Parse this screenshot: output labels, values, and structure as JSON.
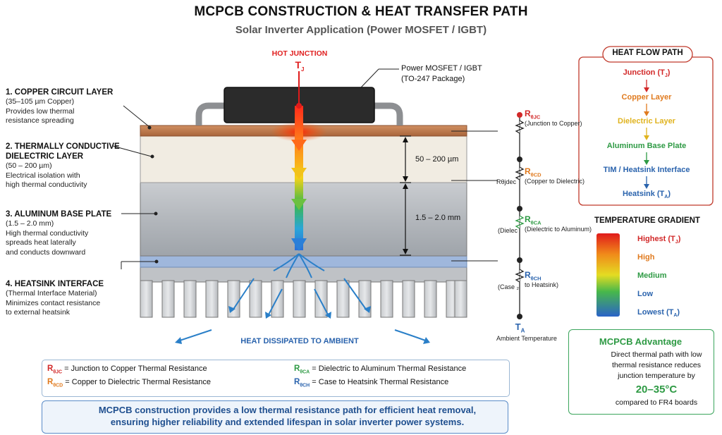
{
  "title": "MCPCB CONSTRUCTION & HEAT TRANSFER PATH",
  "subtitle": "Solar Inverter Application (Power MOSFET / IGBT)",
  "hot_junction": {
    "label": "HOT JUNCTION",
    "symbol": "T",
    "sub": "J"
  },
  "package": {
    "line1": "Power MOSFET / IGBT",
    "line2": "(TO-247 Package)"
  },
  "layers": [
    {
      "head1": "1. COPPER CIRCUIT LAYER",
      "head2": "",
      "lines": [
        "(35–105 µm Copper)",
        "Provides low thermal",
        "resistance spreading"
      ]
    },
    {
      "head1": "2. THERMALLY CONDUCTIVE",
      "head2": "DIELECTRIC LAYER",
      "lines": [
        "(50 – 200 µm)",
        "Electrical isolation with",
        "high thermal conductivity"
      ]
    },
    {
      "head1": "3. ALUMINUM BASE PLATE",
      "head2": "",
      "lines": [
        "(1.5 – 2.0 mm)",
        "High thermal conductivity",
        "spreads heat laterally",
        "and conducts downward"
      ]
    },
    {
      "head1": "4. HEATSINK INTERFACE",
      "head2": "",
      "lines": [
        "(Thermal Interface Material)",
        "Minimizes contact resistance",
        "to external heatsink"
      ]
    }
  ],
  "dimensions": {
    "dielectric": "50 – 200 µm",
    "aluminum": "1.5 – 2.0 mm"
  },
  "heat_dissipated": "HEAT DISSIPATED TO AMBIENT",
  "resistors": [
    {
      "sym": "R",
      "sub": "θJC",
      "desc": "(Junction to Copper)",
      "left": "",
      "color": "#d22828"
    },
    {
      "sym": "R",
      "sub": "θCD",
      "desc": "(Copper to Dielectric)",
      "left": "Rθjdec",
      "color": "#e07a1e"
    },
    {
      "sym": "R",
      "sub": "θCA",
      "desc": "(Dielectric to Aluminum)",
      "left": "(Dielec",
      "color": "#2e9a44"
    },
    {
      "sym": "R",
      "sub": "θCH",
      "desc": "to Heatsink)",
      "left": "(Case ₂",
      "color": "#2a63ad"
    }
  ],
  "ambient": {
    "symbol": "T",
    "sub": "A",
    "label": "Ambient Temperature"
  },
  "heat_flow": {
    "title": "HEAT FLOW PATH",
    "items": [
      {
        "text": "Junction (T",
        "sub": "J",
        "tail": ")",
        "color": "#d22828"
      },
      {
        "text": "Copper Layer",
        "sub": "",
        "tail": "",
        "color": "#e07a1e"
      },
      {
        "text": "Dielectric Layer",
        "sub": "",
        "tail": "",
        "color": "#e0b31e"
      },
      {
        "text": "Aluminum Base Plate",
        "sub": "",
        "tail": "",
        "color": "#2e9a44"
      },
      {
        "text": "TIM / Heatsink Interface",
        "sub": "",
        "tail": "",
        "color": "#2a63ad"
      },
      {
        "text": "Heatsink (T",
        "sub": "A",
        "tail": ")",
        "color": "#2a63ad"
      }
    ]
  },
  "gradient": {
    "title": "TEMPERATURE GRADIENT",
    "labels": [
      {
        "text": "Highest (T",
        "sub": "J",
        "tail": ")",
        "color": "#d22828"
      },
      {
        "text": "High",
        "sub": "",
        "tail": "",
        "color": "#e07a1e"
      },
      {
        "text": "Medium",
        "sub": "",
        "tail": "",
        "color": "#2e9a44"
      },
      {
        "text": "Low",
        "sub": "",
        "tail": "",
        "color": "#2a63ad"
      },
      {
        "text": "Lowest (T",
        "sub": "A",
        "tail": ")",
        "color": "#2a63ad"
      }
    ]
  },
  "legend": [
    {
      "sym": "R",
      "sub": "θJC",
      "text": "= Junction to Copper Thermal Resistance",
      "color": "#d22828"
    },
    {
      "sym": "R",
      "sub": "θCD",
      "text": "= Copper to Dielectric Thermal Resistance",
      "color": "#e07a1e"
    },
    {
      "sym": "R",
      "sub": "θCA",
      "text": "= Dielectric to Aluminum Thermal Resistance",
      "color": "#2e9a44"
    },
    {
      "sym": "R",
      "sub": "θCH",
      "text": "= Case to Heatsink Thermal Resistance",
      "color": "#2a63ad"
    }
  ],
  "footer": {
    "line1": "MCPCB construction provides a low thermal resistance path for efficient heat removal,",
    "line2": "ensuring higher reliability and extended lifespan in solar inverter power systems."
  },
  "advantage": {
    "title": "MCPCB Advantage",
    "lines": [
      "Direct thermal path with low",
      "thermal resistance reduces",
      "junction temperature by"
    ],
    "highlight": "20–35°C",
    "last": "compared to FR4 boards"
  },
  "colors": {
    "red": "#d22828",
    "orange": "#e07a1e",
    "yellow": "#e0b31e",
    "green": "#2e9a44",
    "blue": "#2a63ad",
    "copper": "#b9774a"
  }
}
